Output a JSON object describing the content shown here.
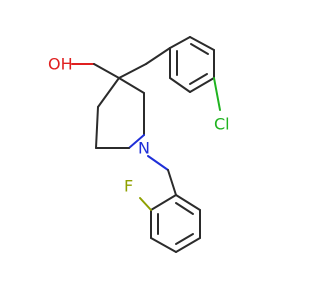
{
  "molecule": {
    "atoms": {
      "hydroxyl": "OH",
      "nitrogen": "N",
      "chlorine": "Cl",
      "fluorine": "F"
    },
    "colors": {
      "carbon_bond": "#2b2b2b",
      "oxygen": "#e02020",
      "nitrogen": "#1f2fd8",
      "chlorine": "#1fb31f",
      "fluorine": "#8fa000",
      "background": "#ffffff"
    }
  }
}
